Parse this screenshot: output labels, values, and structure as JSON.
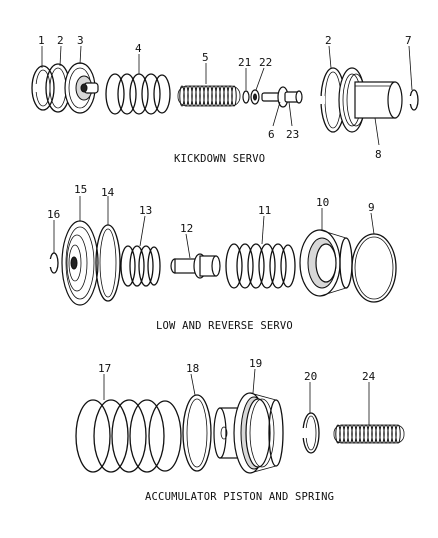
{
  "sections": {
    "kickdown_servo": "KICKDOWN SERVO",
    "low_reverse_servo": "LOW AND REVERSE SERVO",
    "accumulator": "ACCUMULATOR PISTON AND SPRING"
  },
  "callouts": {
    "c1": "1",
    "c2a": "2",
    "c3": "3",
    "c4": "4",
    "c5": "5",
    "c21": "21",
    "c22": "22",
    "c6": "6",
    "c23": "23",
    "c2b": "2",
    "c7": "7",
    "c8": "8",
    "c15": "15",
    "c14": "14",
    "c16": "16",
    "c13": "13",
    "c12": "12",
    "c11": "11",
    "c10": "10",
    "c9": "9",
    "c17": "17",
    "c18": "18",
    "c19": "19",
    "c20": "20",
    "c24": "24"
  }
}
